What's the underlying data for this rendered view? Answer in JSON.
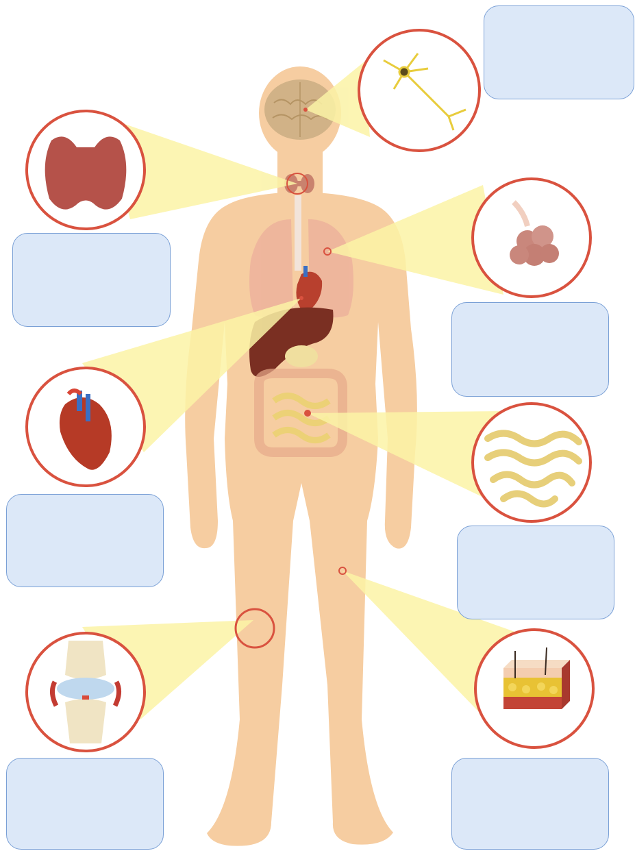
{
  "colors": {
    "skin": "#f6cda1",
    "beam": "#fbf3a6",
    "ring": "#d9523f",
    "box_fill": "#dce8f8",
    "box_border": "#7aa0d6"
  },
  "zoom_callouts": [
    {
      "id": "neuron",
      "icon": "neuron-icon",
      "organ": "brain"
    },
    {
      "id": "thyroid",
      "icon": "thyroid-gland-icon",
      "organ": "neck"
    },
    {
      "id": "alveoli",
      "icon": "lung-alveoli-icon",
      "organ": "lungs"
    },
    {
      "id": "heart",
      "icon": "heart-icon",
      "organ": "chest"
    },
    {
      "id": "intestine",
      "icon": "small-intestine-icon",
      "organ": "abdomen"
    },
    {
      "id": "knee",
      "icon": "knee-joint-icon",
      "organ": "knee"
    },
    {
      "id": "skin",
      "icon": "skin-layers-icon",
      "organ": "thigh"
    }
  ],
  "answer_boxes": [
    {
      "id": "neuron-label-box",
      "text": ""
    },
    {
      "id": "thyroid-label-box",
      "text": ""
    },
    {
      "id": "alveoli-label-box",
      "text": ""
    },
    {
      "id": "heart-label-box",
      "text": ""
    },
    {
      "id": "intestine-label-box",
      "text": ""
    },
    {
      "id": "knee-label-box",
      "text": ""
    },
    {
      "id": "skin-label-box",
      "text": ""
    }
  ]
}
